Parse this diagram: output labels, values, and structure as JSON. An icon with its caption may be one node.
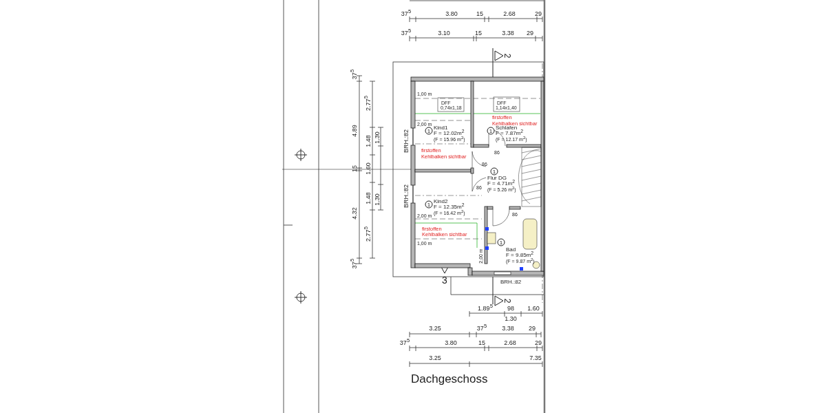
{
  "diagram": {
    "caption": "Dachgeschoss",
    "labels": [
      "37$^{5}$",
      "3.80",
      "15",
      "2.68",
      "29",
      "37$^{5}$",
      "3.10",
      "15",
      "3.38",
      "29",
      "2",
      "37$^{5}$",
      "2.77$^{5}$",
      "1,00 m",
      "DFF",
      "0,74x1,18",
      "DFF",
      "1,14x1,40",
      "firstoffen",
      "2,00 m",
      "Kehlbalken sichtbar",
      "1",
      "Kind1",
      "F = 12.02m$^{2}$",
      "(F = 15.96 m$^{2}$)",
      "1",
      "Schlafen",
      "F = 7.87m$^{2}$",
      "(F = 12.17 m$^{2}$)",
      "4.89",
      "1.48",
      "1.30",
      "BRH.:82",
      "firstoffen",
      "Kehlbalken sichtbar",
      "86",
      "86",
      "15",
      "1.60",
      "1",
      "Flur DG",
      "F = 4.71m$^{2}$",
      "(F = 5.26 m$^{2}$)",
      "86",
      "1.48",
      "1.30",
      "BRH.:82",
      "1",
      "Kind2",
      "F = 12.35m$^{2}$",
      "(F = 16.42 m$^{2}$)",
      "86",
      "4.32",
      "2,00 m",
      "firstoffen",
      "Kehlbalken sichtbar",
      "2.77$^{5}$",
      "1,00 m",
      "1",
      "Bad",
      "F = 9.85m$^{2}$",
      "(F = 9.87 m$^{2}$)",
      "37$^{5}$",
      "2,00 m",
      "3",
      "BRH.:82",
      "2",
      "1.89$^{5}$",
      "98",
      "1.60",
      "1.30",
      "3.25",
      "37$^{5}$",
      "3.38",
      "29",
      "37$^{5}$",
      "3.80",
      "15",
      "2.68",
      "29",
      "3.25",
      "7.35"
    ]
  }
}
